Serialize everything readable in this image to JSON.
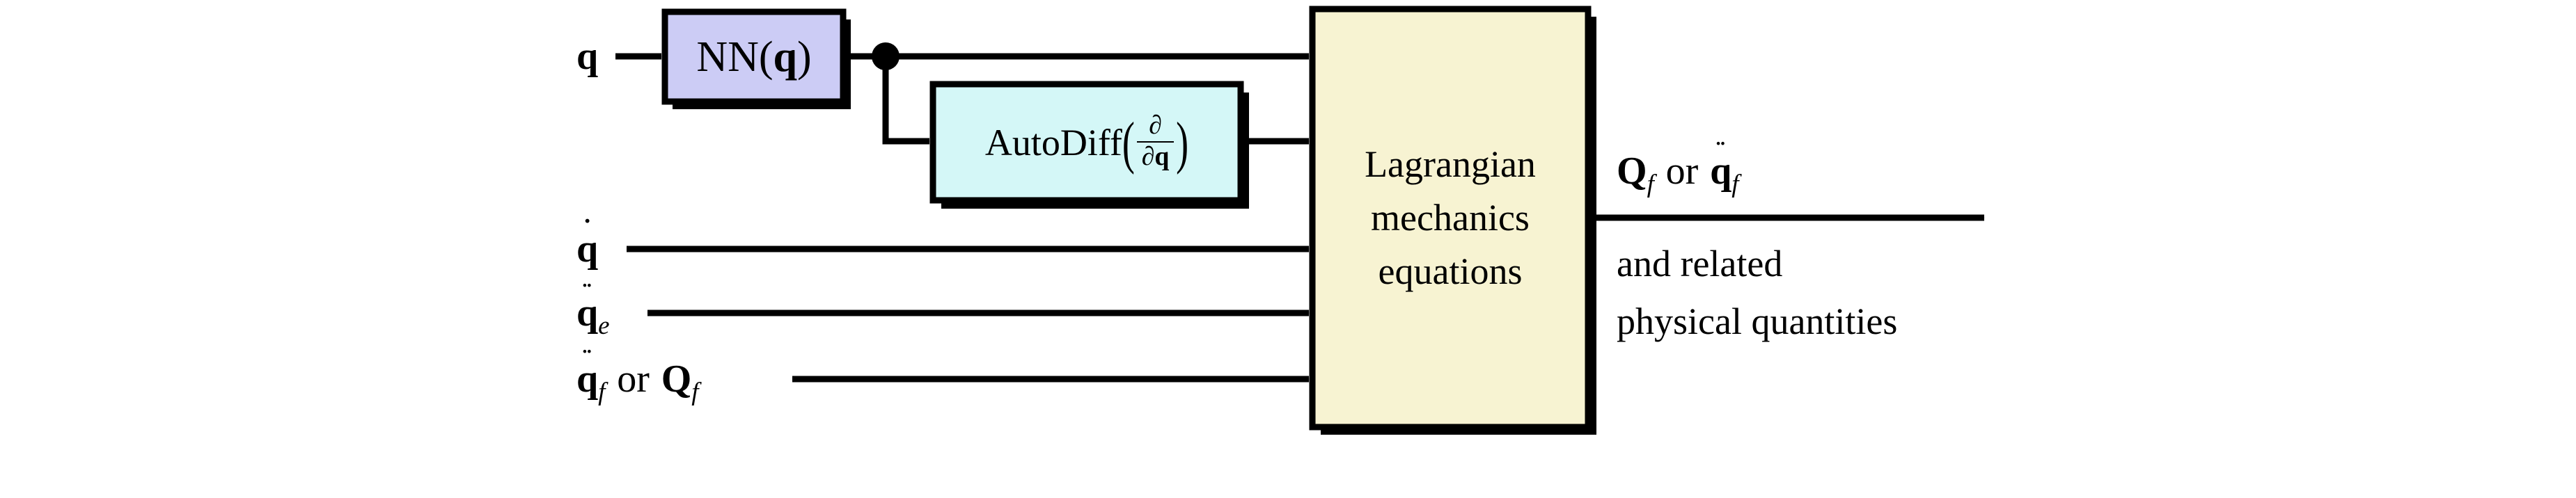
{
  "figure": {
    "type": "block-diagram",
    "title": "Lagrangian neural network block diagram",
    "background_color": "#ffffff",
    "stroke_color": "#000000"
  },
  "blocks": {
    "nn": {
      "label": "NN(q)",
      "label_prefix": "NN(",
      "label_var": "q",
      "label_suffix": ")",
      "fill": "#ccccf5",
      "stroke": "#000000"
    },
    "autodiff": {
      "label": "AutoDiff(∂/∂q)",
      "name_text": "AutoDiff",
      "open_paren": "(",
      "numerator": "∂",
      "denominator": "∂q",
      "denominator_var": "q",
      "close_paren": ")",
      "fill": "#d4f7f7",
      "stroke": "#000000"
    },
    "lagrangian": {
      "label": "Lagrangian mechanics equations",
      "lines": [
        "Lagrangian",
        "mechanics",
        "equations"
      ],
      "fill": "#f7f3d2",
      "stroke": "#000000"
    }
  },
  "inputs": [
    {
      "id": "q",
      "base": "q",
      "accent": "none",
      "subscript": "",
      "alt_text": "",
      "alt_base": "",
      "alt_accent": "none",
      "alt_subscript": ""
    },
    {
      "id": "qdot",
      "base": "q",
      "accent": "dot",
      "subscript": "",
      "alt_text": "",
      "alt_base": "",
      "alt_accent": "none",
      "alt_subscript": ""
    },
    {
      "id": "qddot-e",
      "base": "q",
      "accent": "ddot",
      "subscript": "e",
      "alt_text": "",
      "alt_base": "",
      "alt_accent": "none",
      "alt_subscript": ""
    },
    {
      "id": "qddot-f",
      "base": "q",
      "accent": "ddot",
      "subscript": "f",
      "alt_text": "or",
      "alt_base": "Q",
      "alt_accent": "none",
      "alt_subscript": "f"
    }
  ],
  "output": {
    "line1_first_base": "Q",
    "line1_first_sub": "f",
    "line1_conjunction": "or",
    "line1_second_base": "q",
    "line1_second_accent": "ddot",
    "line1_second_sub": "f",
    "line2": "and related",
    "line3": "physical quantities"
  },
  "connections": {
    "junction_marker": "filled-dot",
    "arrow_head": "solid-triangle"
  }
}
